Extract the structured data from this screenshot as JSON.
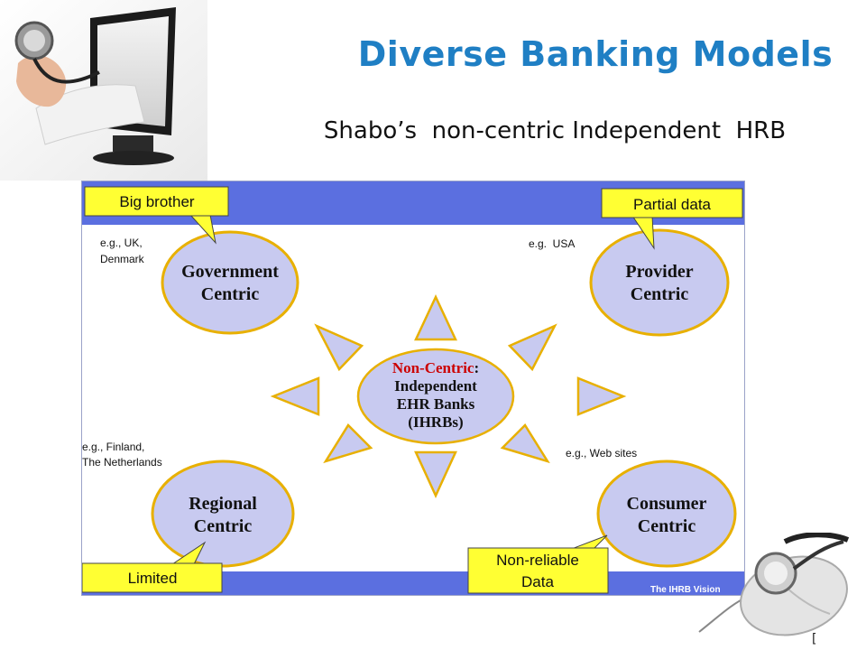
{
  "slide": {
    "title": "Diverse Banking Models",
    "subtitle": "Shabo’s  non-centric Independent  HRB",
    "page_marker": "["
  },
  "diagram": {
    "footer_label": "The IHRB Vision",
    "center": {
      "line1_red": "Non-Centric",
      "line1_colon": ":",
      "line2": "Independent",
      "line3": "EHR Banks",
      "line4": "(IHRBs)"
    },
    "nodes": {
      "government": {
        "line1": "Government",
        "line2": "Centric",
        "example_line1": "e.g., UK,",
        "example_line2": "Denmark",
        "callout": "Big brother"
      },
      "provider": {
        "line1": "Provider",
        "line2": "Centric",
        "example": "e.g.  USA",
        "callout": "Partial data"
      },
      "regional": {
        "line1": "Regional",
        "line2": "Centric",
        "example_line1": "e.g., Finland,",
        "example_line2": "The Netherlands",
        "callout": "Limited"
      },
      "consumer": {
        "line1": "Consumer",
        "line2": "Centric",
        "example": "e.g., Web sites",
        "callout_line1": "Non-reliable",
        "callout_line2": "Data"
      }
    },
    "colors": {
      "band": "#5b6fe0",
      "oval_fill": "#c8caf0",
      "oval_stroke": "#e8b000",
      "callout_fill": "#ffff33",
      "non_centric_red": "#cc0000",
      "title_blue": "#1f7fc4"
    }
  }
}
